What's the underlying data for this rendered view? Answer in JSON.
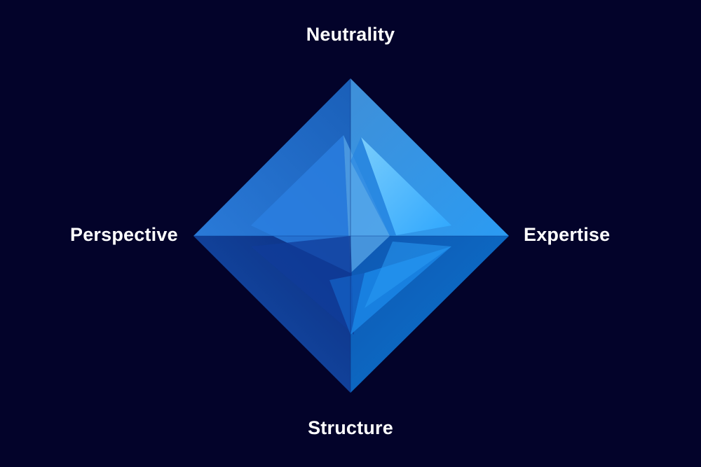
{
  "labels": {
    "top": "Neutrality",
    "right": "Expertise",
    "bottom": "Structure",
    "left": "Perspective"
  },
  "colors": {
    "background": "#03032a",
    "label_text": "#ffffff",
    "facet_light": "#3fb6ff",
    "facet_mid": "#1c78d8",
    "facet_dark": "#0a2f86"
  },
  "shape": "four-pointed-crystal-star"
}
